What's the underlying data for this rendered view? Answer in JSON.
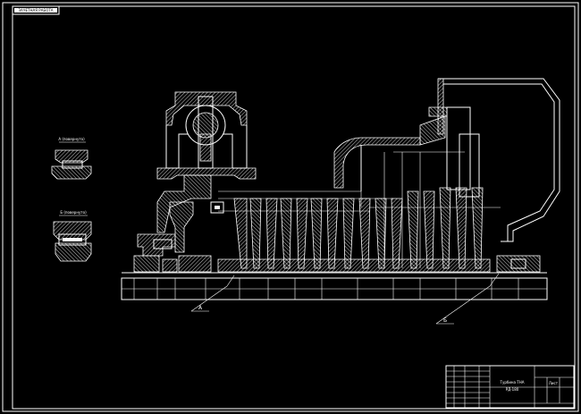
{
  "stamp": {
    "text": "ЗАЧЕТНАЯ РАБОТА"
  },
  "views": [
    {
      "id": "view-1",
      "label": "А (повернуто)"
    },
    {
      "id": "view-2",
      "label": "Б (повернуто)"
    }
  ],
  "callouts": [
    {
      "id": "callout-a",
      "label": "А"
    },
    {
      "id": "callout-b",
      "label": "Б"
    }
  ],
  "title_block": {
    "line1": "Турбина ТНА",
    "line2": "РД-180",
    "sheet": "Лист"
  },
  "colors": {
    "background": "#000000",
    "lines": "#ffffff"
  }
}
